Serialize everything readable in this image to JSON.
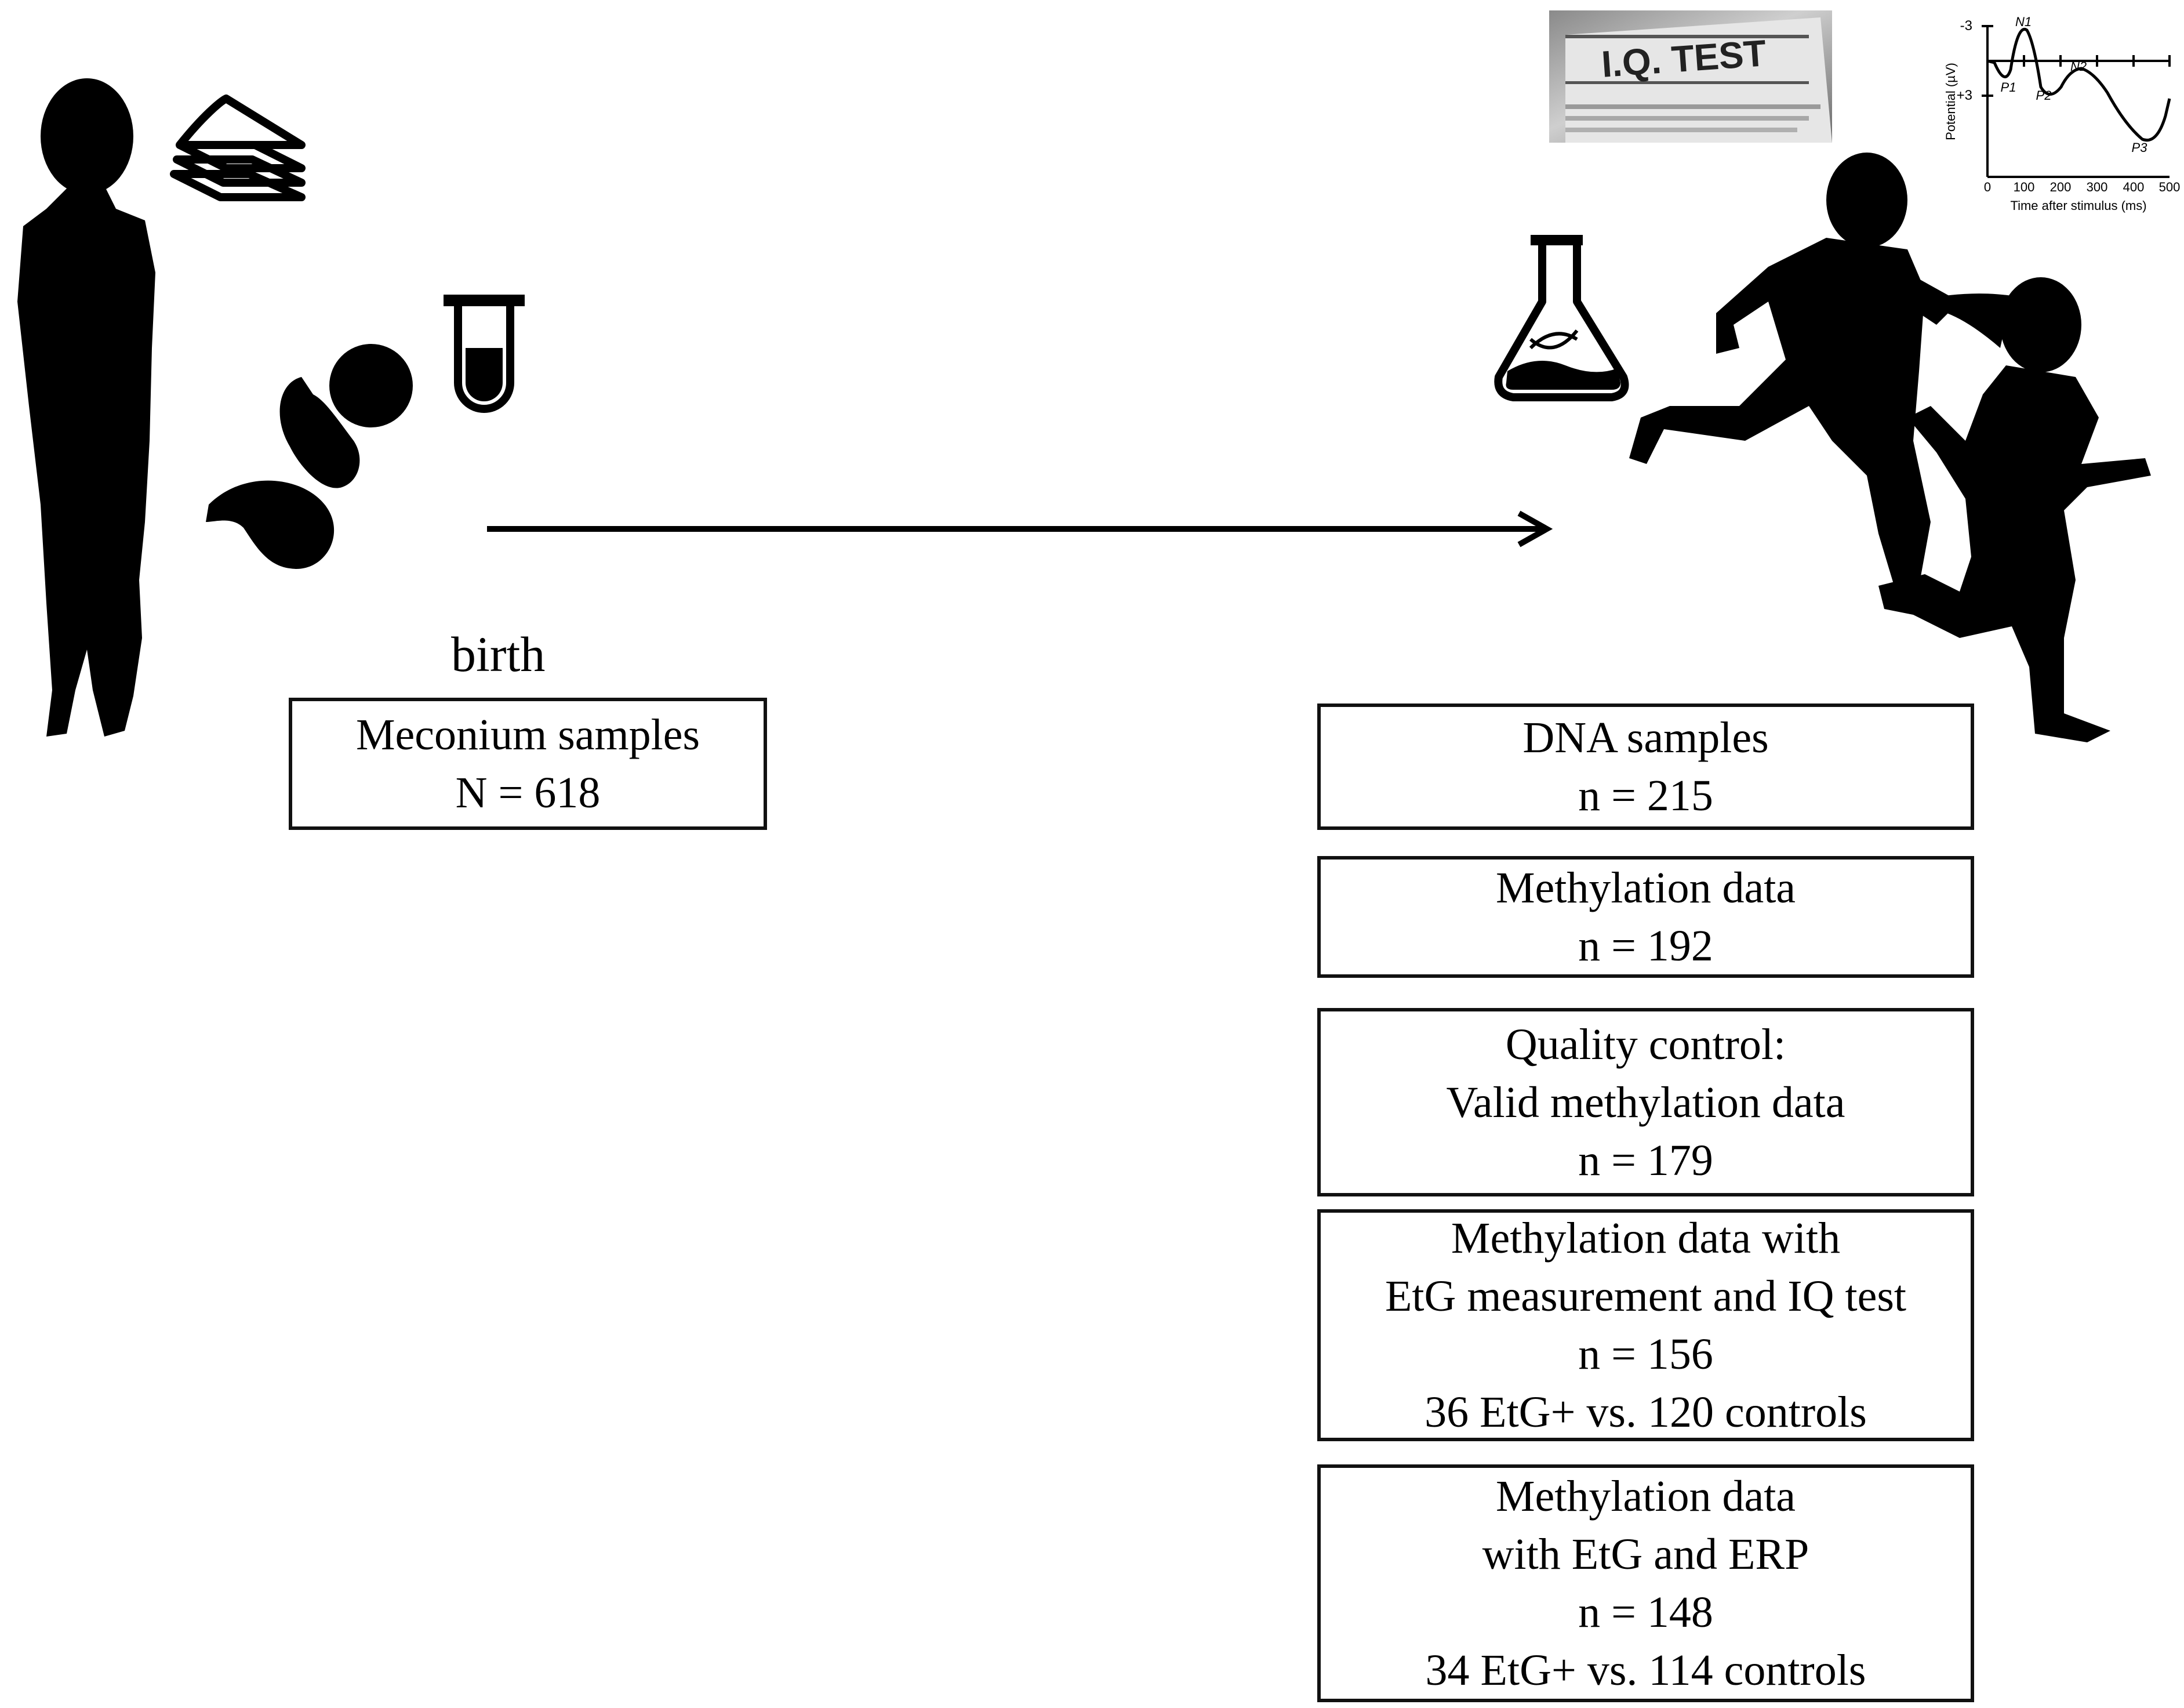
{
  "birth_label": "birth",
  "meconium": {
    "line1": "Meconium samples",
    "line2": "N = 618"
  },
  "boxes": [
    {
      "lines": [
        "DNA samples",
        "n = 215"
      ]
    },
    {
      "lines": [
        "Methylation data",
        "n = 192"
      ]
    },
    {
      "lines": [
        "Quality control:",
        "Valid methylation data",
        "n = 179"
      ]
    },
    {
      "lines": [
        "Methylation data with",
        "EtG measurement and IQ test",
        "n = 156",
        "36 EtG+ vs. 120 controls"
      ]
    },
    {
      "lines": [
        "Methylation data",
        "with EtG and ERP",
        "n = 148",
        "34 EtG+ vs. 114 controls"
      ]
    }
  ],
  "iq_test": {
    "title": "I.Q. TEST"
  },
  "erp_inset": {
    "ylabel": "Potential (µV)",
    "xlabel": "Time after stimulus (ms)",
    "yticks": [
      "-3",
      "+3"
    ],
    "xticks": [
      "0",
      "100",
      "200",
      "300",
      "400",
      "500"
    ],
    "peaks": [
      "N1",
      "P1",
      "P2",
      "N2",
      "P3"
    ]
  }
}
